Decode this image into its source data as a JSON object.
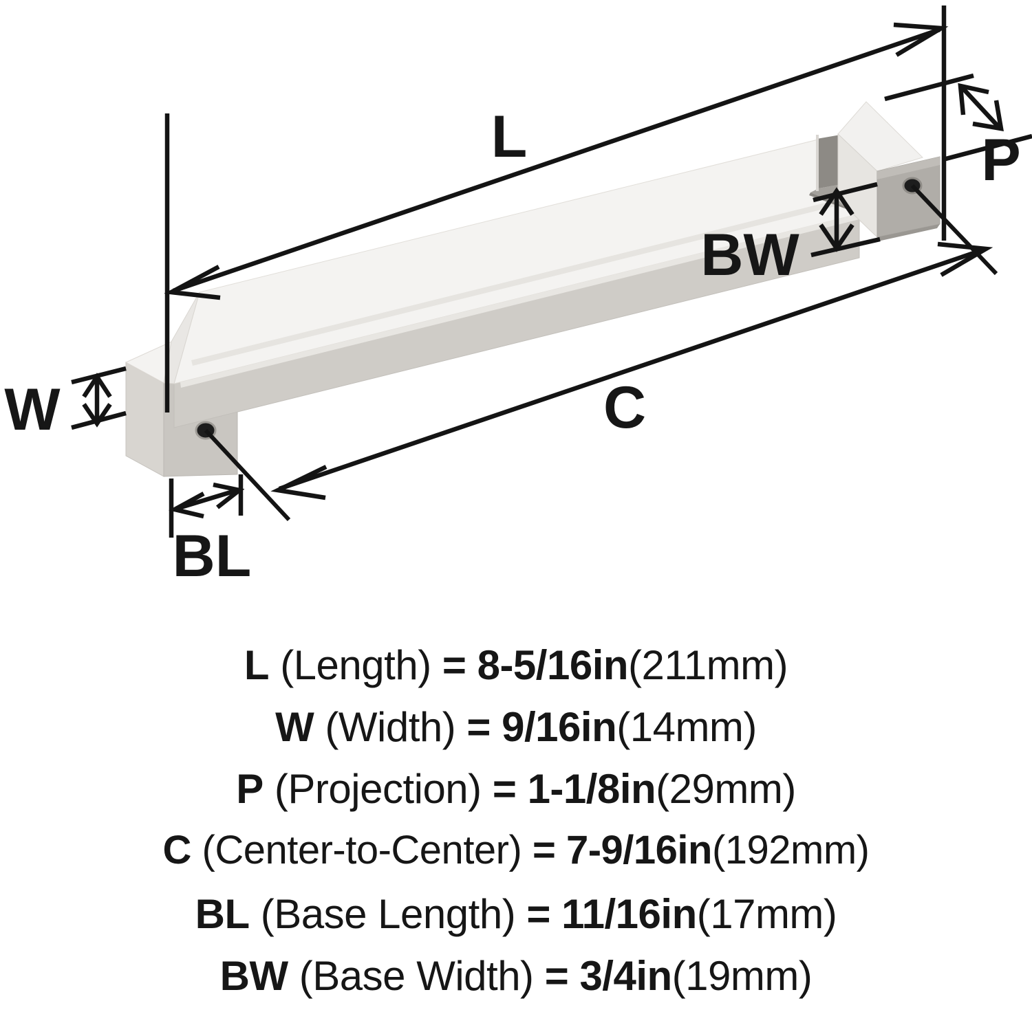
{
  "product": {
    "type": "cabinet-pull-handle-dimension-diagram",
    "view": "isometric"
  },
  "diagram": {
    "labels": {
      "length": "L",
      "width": "W",
      "projection": "P",
      "center_to_center": "C",
      "base_length": "BL",
      "base_width": "BW"
    }
  },
  "specs": [
    {
      "code": "L",
      "name": "(Length)",
      "eq": "=",
      "value": "8-5/16in",
      "metric": "(211mm)"
    },
    {
      "code": "W",
      "name": "(Width)",
      "eq": "=",
      "value": "9/16in",
      "metric": "(14mm)"
    },
    {
      "code": "P",
      "name": "(Projection)",
      "eq": "=",
      "value": "1-1/8in",
      "metric": "(29mm)"
    },
    {
      "code": "C",
      "name": "(Center-to-Center)",
      "eq": "=",
      "value": "7-9/16in",
      "metric": "(192mm)"
    },
    {
      "code": "BL",
      "name": "(Base Length)",
      "eq": "=",
      "value": "11/16in",
      "metric": "(17mm)"
    },
    {
      "code": "BW",
      "name": "(Base Width)",
      "eq": "=",
      "value": "3/4in",
      "metric": "(19mm)"
    }
  ],
  "colors": {
    "line": "#141414",
    "text": "#161616",
    "background": "#ffffff",
    "metal_light": "#f2f1ee",
    "metal_face": "#cfccc7",
    "metal_mid": "#b9b6b1",
    "metal_post": "#a9a7a3",
    "metal_dark": "#8e8b86",
    "metal_inner": "#7c7975",
    "hole": "#161616"
  }
}
